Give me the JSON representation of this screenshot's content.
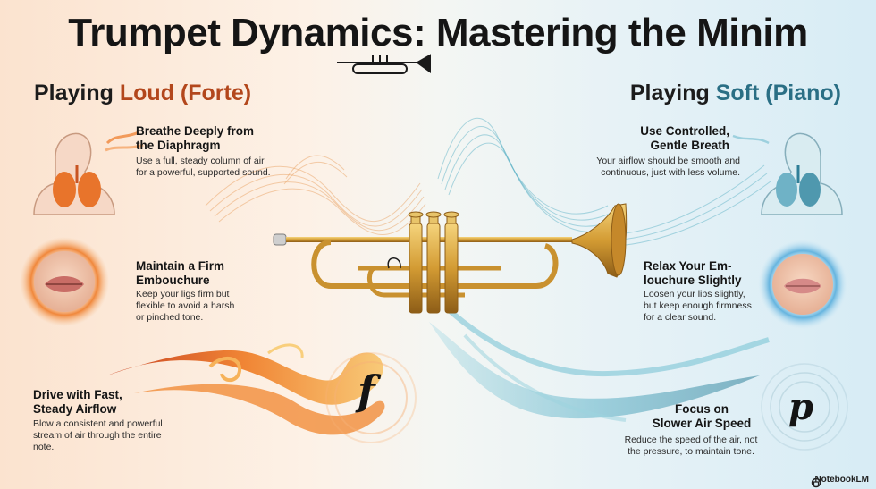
{
  "title": "Trumpet Dynamics: Mastering the Minim",
  "loud": {
    "heading_prefix": "Playing ",
    "heading_word": "Loud (Forte)",
    "tips": [
      {
        "title_lines": [
          "Breathe Deeply from",
          "the Diaphragm"
        ],
        "body_lines": [
          "Use a full, steady column of air",
          "for a powerful, supported sound."
        ]
      },
      {
        "title_lines": [
          "Maintain a Firm",
          "Embouchure"
        ],
        "body_lines": [
          "Keep your ligs firm but",
          "flexible to avoid a harsh",
          "or pinched tone."
        ]
      },
      {
        "title_lines": [
          "Drive with Fast,",
          "Steady Airflow"
        ],
        "body_lines": [
          "Blow a consistent and powerful",
          "stream of air through the entire",
          "note."
        ]
      }
    ],
    "dynamic_mark": "f"
  },
  "soft": {
    "heading_prefix": "Playing ",
    "heading_word": "Soft (Piano)",
    "tips": [
      {
        "title_lines": [
          "Use Controlled,",
          "Gentle Breath"
        ],
        "body_lines": [
          "Your airflow should be smooth and",
          "continuous, just with less volume."
        ]
      },
      {
        "title_lines": [
          "Relax Your Em-",
          "louchure Slightly"
        ],
        "body_lines": [
          "Loosen your lips slightly,",
          "but keep enough firmness",
          "for a clear sound."
        ]
      },
      {
        "title_lines": [
          "Focus on",
          "Slower Air Speed"
        ],
        "body_lines": [
          "Reduce the speed of the air, not",
          "the pressure, to maintain tone."
        ]
      }
    ],
    "dynamic_mark": "p"
  },
  "brand": "NotebookLM",
  "icons": [
    "trumpet-icon",
    "body-lungs-icon",
    "lips-icon",
    "airflow-swirl-icon",
    "notebook-logo-icon"
  ],
  "colors": {
    "loud_accent": "#b3471c",
    "soft_accent": "#2a6f85",
    "brass": "#d7a543"
  }
}
